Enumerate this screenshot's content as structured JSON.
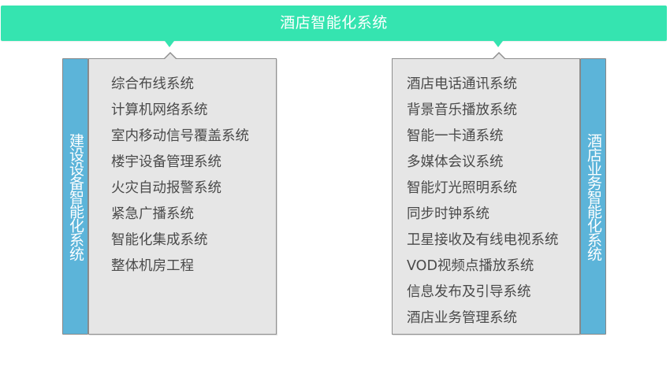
{
  "diagram": {
    "title": "酒店智能化系统",
    "colors": {
      "banner": "#35e4b0",
      "side_bar": "#5cb4d9",
      "panel": "#e6e6e6",
      "text": "#4a4a4a"
    },
    "left_group": {
      "category": "建设设备智能化系统",
      "items": [
        "综合布线系统",
        "计算机网络系统",
        "室内移动信号覆盖系统",
        "楼宇设备管理系统",
        "火灾自动报警系统",
        "紧急广播系统",
        "智能化集成系统",
        "整体机房工程"
      ]
    },
    "right_group": {
      "category": "酒店业务智能化系统",
      "items": [
        "酒店电话通讯系统",
        "背景音乐播放系统",
        "智能一卡通系统",
        "多媒体会议系统",
        "智能灯光照明系统",
        "同步时钟系统",
        "卫星接收及有线电视系统",
        "VOD视频点播放系统",
        "信息发布及引导系统",
        "酒店业务管理系统"
      ]
    }
  }
}
